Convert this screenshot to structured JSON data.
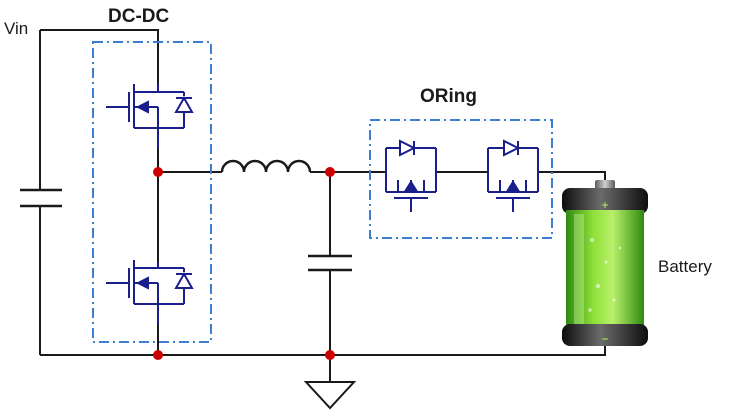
{
  "labels": {
    "vin": "Vin",
    "dcdc": "DC-DC",
    "oring": "ORing",
    "battery": "Battery"
  },
  "colors": {
    "wire": "#1a1a1a",
    "mosfet": "#1a1f8c",
    "dashed_box": "#3a7fd5",
    "node_dot": "#cc0000",
    "battery_liquid": "#7dd320",
    "battery_terminal": "#8a8a8a"
  }
}
